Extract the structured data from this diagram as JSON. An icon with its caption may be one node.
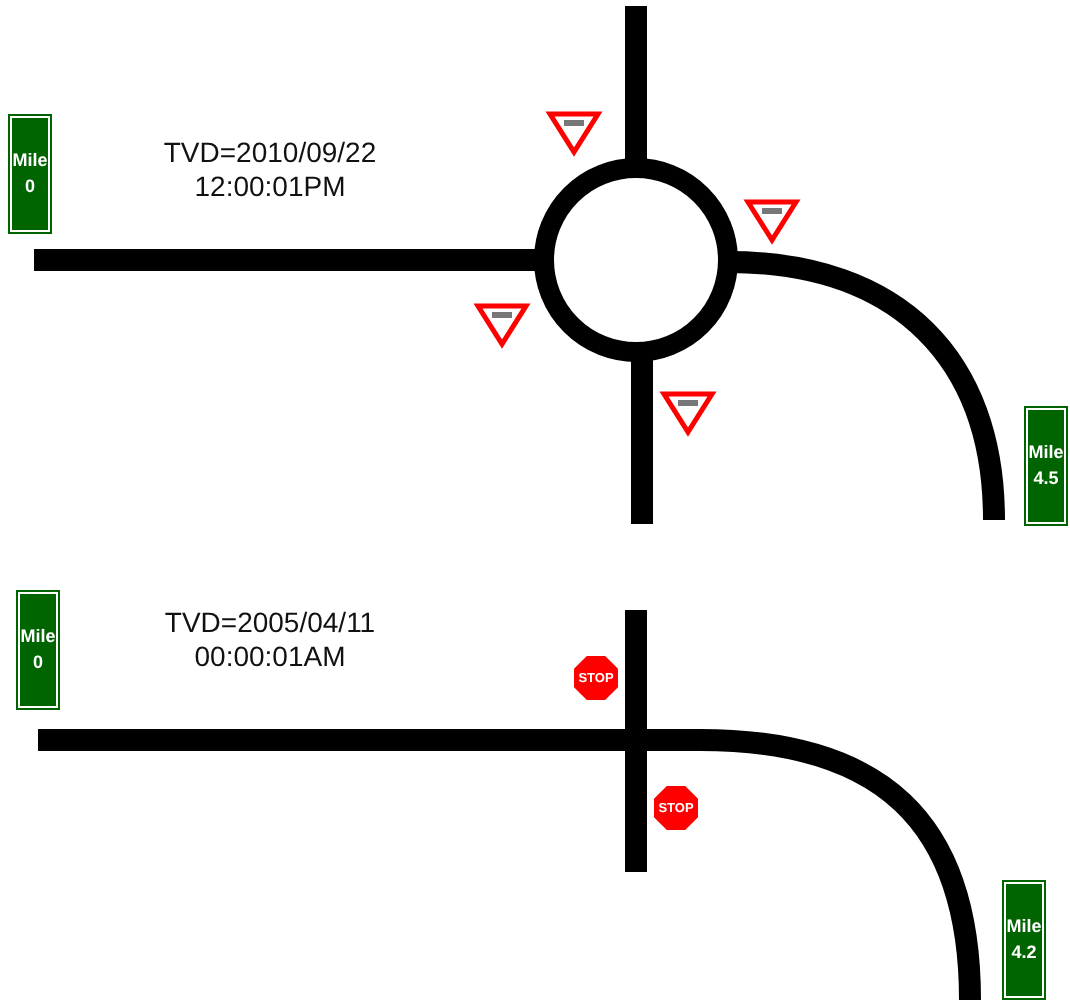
{
  "diagram": {
    "nodes": [
      {
        "text": [
          "Mile 0"
        ]
      },
      {
        "text": [
          "Mile 4.5"
        ]
      },
      {
        "text": [
          "Mile 0"
        ]
      },
      {
        "text": [
          "STOP"
        ]
      },
      {
        "text": [
          "STOP"
        ]
      },
      {
        "text": [
          "Mile 4.2"
        ]
      }
    ],
    "labels": [
      "TVD=2010/09/22 12:00:01PM",
      "TVD=2005/04/11 00:00:01AM"
    ]
  }
}
